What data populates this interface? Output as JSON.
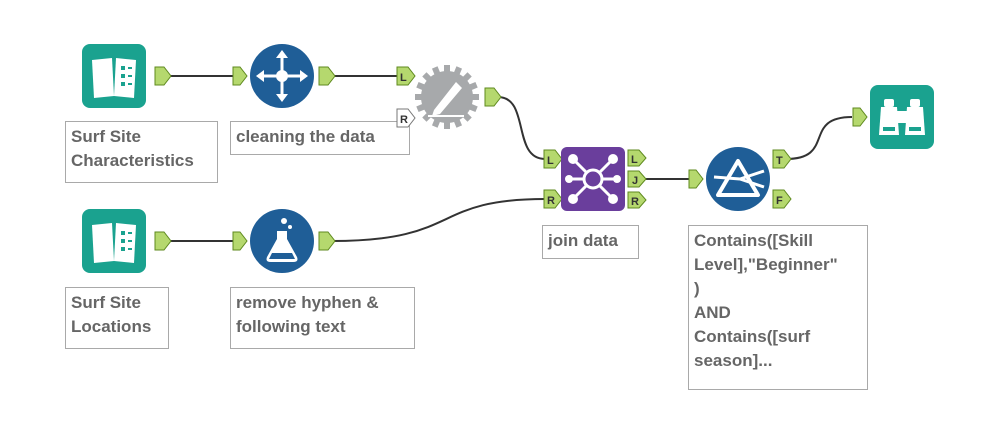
{
  "colors": {
    "input_teal": "#1aa28f",
    "select_blue": "#1f5e97",
    "formula_blue": "#1f5e97",
    "join_purple": "#6a3e9c",
    "filter_blue": "#1f5e97",
    "browse_teal": "#1aa28f",
    "multifield_gray": "#a7a9ab",
    "anchor_green": "#b5d86e",
    "wire": "#333333"
  },
  "tools": {
    "input1": {
      "icon": "book-input-icon"
    },
    "select": {
      "icon": "four-arrows-icon",
      "annotation": [
        "cleaning the data"
      ]
    },
    "multifield": {
      "icon": "pencil-gear-icon",
      "anchor_left": "L",
      "anchor_right": "R"
    },
    "input2": {
      "icon": "book-input-icon"
    },
    "formula": {
      "icon": "flask-icon",
      "annotation": [
        "remove hyphen &",
        "following text"
      ]
    },
    "join": {
      "icon": "network-join-icon",
      "annotation": [
        "join data"
      ],
      "in_left": "L",
      "in_right": "R",
      "out_left": "L",
      "out_join": "J",
      "out_right": "R"
    },
    "filter": {
      "icon": "triangle-filter-icon",
      "out_true": "T",
      "out_false": "F",
      "annotation": [
        "Contains([Skill",
        "Level],\"Beginner\"",
        ")",
        "AND",
        "Contains([surf",
        "season]..."
      ]
    },
    "browse": {
      "icon": "binoculars-icon"
    }
  },
  "labels": {
    "input1": [
      "Surf Site",
      "Characteristics"
    ],
    "input2": [
      "Surf Site",
      "Locations"
    ]
  }
}
